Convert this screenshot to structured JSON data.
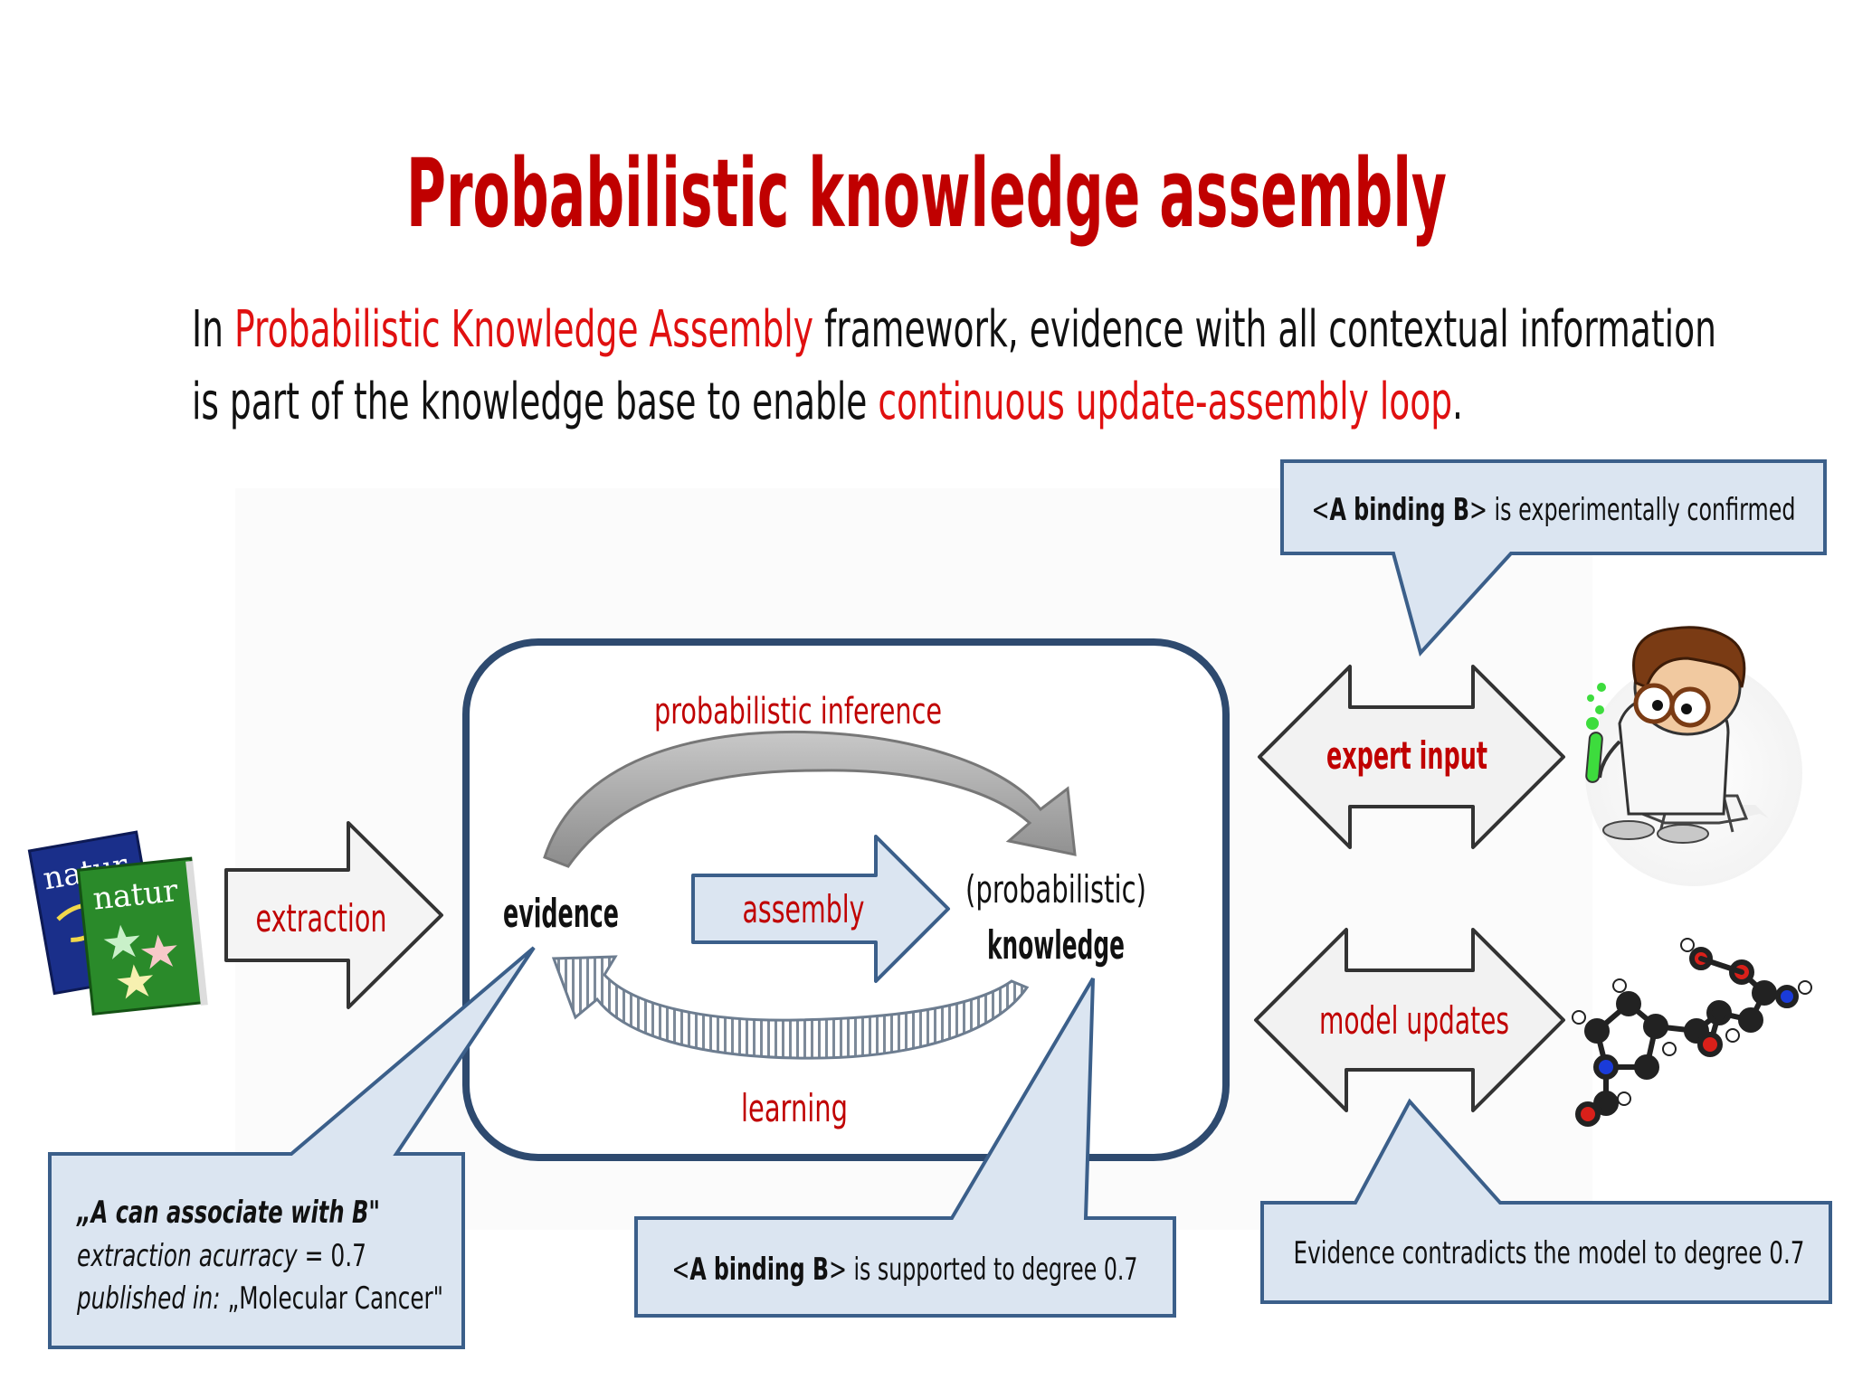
{
  "slide": {
    "title": "Probabilistic knowledge assembly",
    "intro": {
      "line1_a": "In ",
      "line1_b": "Probabilistic Knowledge Assembly",
      "line1_c": " framework, evidence with all contextual information",
      "line2_a": "is part of the knowledge base to enable ",
      "line2_b": "continuous update-assembly loop",
      "line2_c": "."
    }
  },
  "journals": {
    "front": "natur",
    "back": "natur"
  },
  "arrows": {
    "extraction": "extraction",
    "assembly": "assembly",
    "probabilistic_inference": "probabilistic inference",
    "learning": "learning",
    "expert_input": "expert input",
    "model_updates": "model updates"
  },
  "nodes": {
    "evidence": "evidence",
    "knowledge_line1": "(probabilistic)",
    "knowledge_line2": "knowledge"
  },
  "callouts": {
    "expert": {
      "lt": "<",
      "bold": "A binding B",
      "gt": ">",
      "rest": " is experimentally confirmed"
    },
    "evidence": {
      "quote": "„A can associate with B\"",
      "accuracy_label": "extraction acurracy",
      "accuracy_value": " = 0.7",
      "published_label": "published in:",
      "published_value": " „Molecular Cancer\""
    },
    "knowledge": {
      "lt": "<",
      "bold": "A binding B",
      "gt": ">",
      "rest": " is supported to degree 0.7"
    },
    "model": {
      "text": "Evidence contradicts the model to degree 0.7"
    }
  },
  "colors": {
    "accent_red": "#c00000",
    "frame_blue": "#2e4a6f",
    "callout_fill": "#dbe5f1",
    "callout_stroke": "#3b5f8a",
    "arrow_fill": "#f2f2f2"
  }
}
